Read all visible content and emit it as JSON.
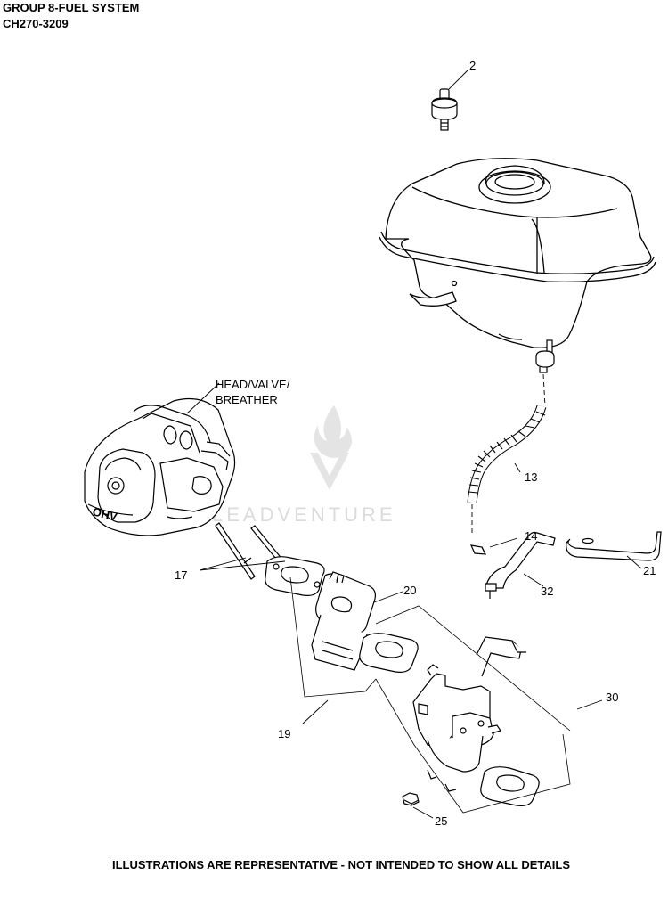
{
  "header": {
    "group": "GROUP 8-FUEL SYSTEM",
    "model": "CH270-3209"
  },
  "watermark": {
    "text": "LEADVENTURE",
    "color": "#d8d8d8"
  },
  "assembly_label": {
    "line1": "HEAD/VALVE/",
    "line2": "BREATHER"
  },
  "engine_badge": "OHV",
  "callouts": {
    "c2": "2",
    "c13": "13",
    "c14": "14",
    "c17": "17",
    "c19": "19",
    "c20": "20",
    "c21": "21",
    "c25": "25",
    "c30": "30",
    "c32": "32"
  },
  "footer": "ILLUSTRATIONS ARE REPRESENTATIVE - NOT INTENDED TO SHOW ALL DETAILS"
}
